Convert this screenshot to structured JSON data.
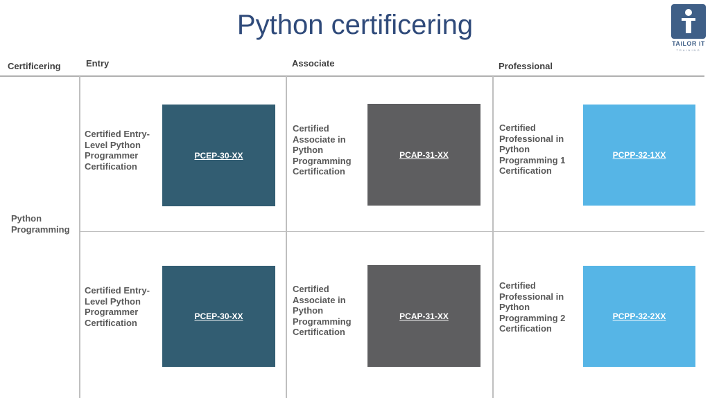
{
  "title": "Python certificering",
  "logo": {
    "name": "TAiLOR iT",
    "tagline": "TRAINING"
  },
  "headers": {
    "certificering": "Certificering",
    "entry": "Entry",
    "associate": "Associate",
    "professional": "Professional"
  },
  "row_label": "Python Programming",
  "colors": {
    "entry": "#325d72",
    "associate": "#5e5e60",
    "professional": "#56b5e6",
    "title": "#2f4a7a"
  },
  "rows": [
    {
      "entry": {
        "desc": "Certified Entry-Level Python Programmer Certification",
        "code": "PCEP-30-XX"
      },
      "associate": {
        "desc": "Certified Associate in Python Programming Certification",
        "code": "PCAP-31-XX"
      },
      "professional": {
        "desc": "Certified Professional in Python Programming 1 Certification",
        "code": "PCPP-32-1XX"
      }
    },
    {
      "entry": {
        "desc": "Certified Entry-Level Python Programmer Certification",
        "code": "PCEP-30-XX"
      },
      "associate": {
        "desc": "Certified Associate in Python Programming Certification",
        "code": "PCAP-31-XX"
      },
      "professional": {
        "desc": "Certified Professional in Python Programming 2 Certification",
        "code": "PCPP-32-2XX"
      }
    }
  ]
}
